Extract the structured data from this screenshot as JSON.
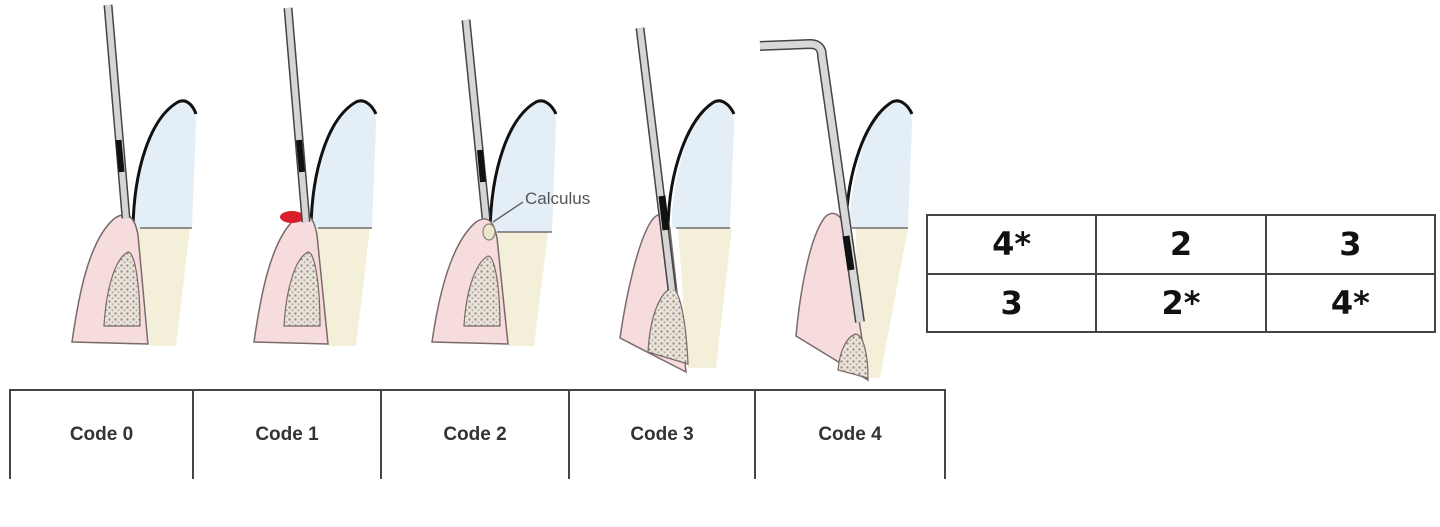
{
  "diagram": {
    "callout_label": "Calculus",
    "code_labels": [
      "Code 0",
      "Code 1",
      "Code 2",
      "Code 3",
      "Code 4"
    ]
  },
  "score_grid": {
    "rows": [
      [
        "4*",
        "2",
        "3"
      ],
      [
        "3",
        "2*",
        "4*"
      ]
    ]
  },
  "colors": {
    "gum": "#f6dcdc",
    "gum_outline": "#7a6a6a",
    "bone": "#c8bfb4",
    "root": "#f3efd8",
    "enamel": "#e4eef7",
    "bleeding": "#d81f2a",
    "probe": "#9a9a9a"
  }
}
